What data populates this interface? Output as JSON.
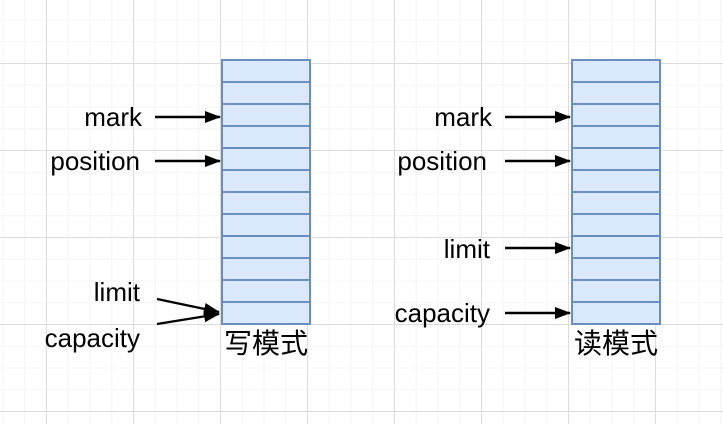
{
  "diagram": {
    "description_visible_text_only": true,
    "colors": {
      "cell_fill": "#dae8fc",
      "cell_border": "#6c8ebf",
      "arrow": "#000000",
      "grid_major": "#dcdcdc",
      "grid_minor": "#f4f4f4",
      "text": "#000000"
    },
    "buffers": [
      {
        "id": "write-mode",
        "caption": "写模式",
        "cell_count": 12,
        "pointers": [
          {
            "label": "mark",
            "points_to_cell": 3
          },
          {
            "label": "position",
            "points_to_cell": 5
          },
          {
            "label": "limit",
            "points_to_cell": 12
          },
          {
            "label": "capacity",
            "points_to_cell": 12
          }
        ]
      },
      {
        "id": "read-mode",
        "caption": "读模式",
        "cell_count": 12,
        "pointers": [
          {
            "label": "mark",
            "points_to_cell": 3
          },
          {
            "label": "position",
            "points_to_cell": 5
          },
          {
            "label": "limit",
            "points_to_cell": 9
          },
          {
            "label": "capacity",
            "points_to_cell": 12
          }
        ]
      }
    ]
  }
}
